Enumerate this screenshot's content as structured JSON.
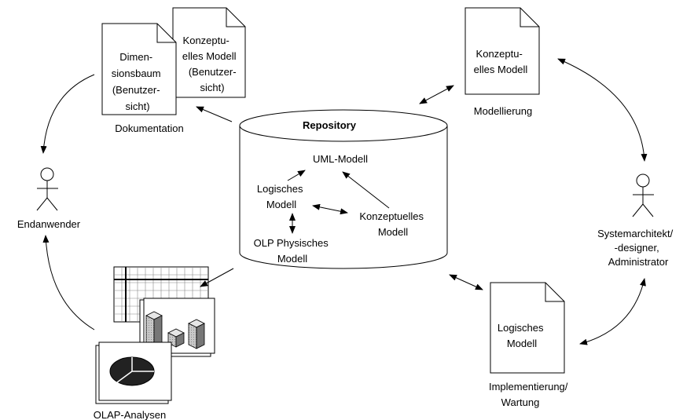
{
  "repository": {
    "title": "Repository",
    "uml": "UML-Modell",
    "logical": [
      "Logisches",
      "Modell"
    ],
    "conceptual": [
      "Konzeptuelles",
      "Modell"
    ],
    "olp": [
      "OLP Physisches",
      "Modell"
    ]
  },
  "documentation": {
    "front_doc": [
      "Dimen-",
      "sionsbaum",
      "(Benutzer-",
      "sicht)"
    ],
    "back_doc": [
      "Konzeptu-",
      "elles Modell",
      "(Benutzer-",
      "sicht)"
    ],
    "caption": "Dokumentation"
  },
  "modelling": {
    "doc": [
      "Konzeptu-",
      "elles Modell"
    ],
    "caption": "Modellierung"
  },
  "implementation": {
    "doc": [
      "Logisches",
      "Modell"
    ],
    "caption": [
      "Implementierung/",
      "Wartung"
    ]
  },
  "end_user": {
    "label": "Endanwender"
  },
  "system_architect": {
    "label": [
      "Systemarchitekt/",
      "-designer,",
      "Administrator"
    ]
  },
  "olap": {
    "caption": "OLAP-Analysen"
  }
}
